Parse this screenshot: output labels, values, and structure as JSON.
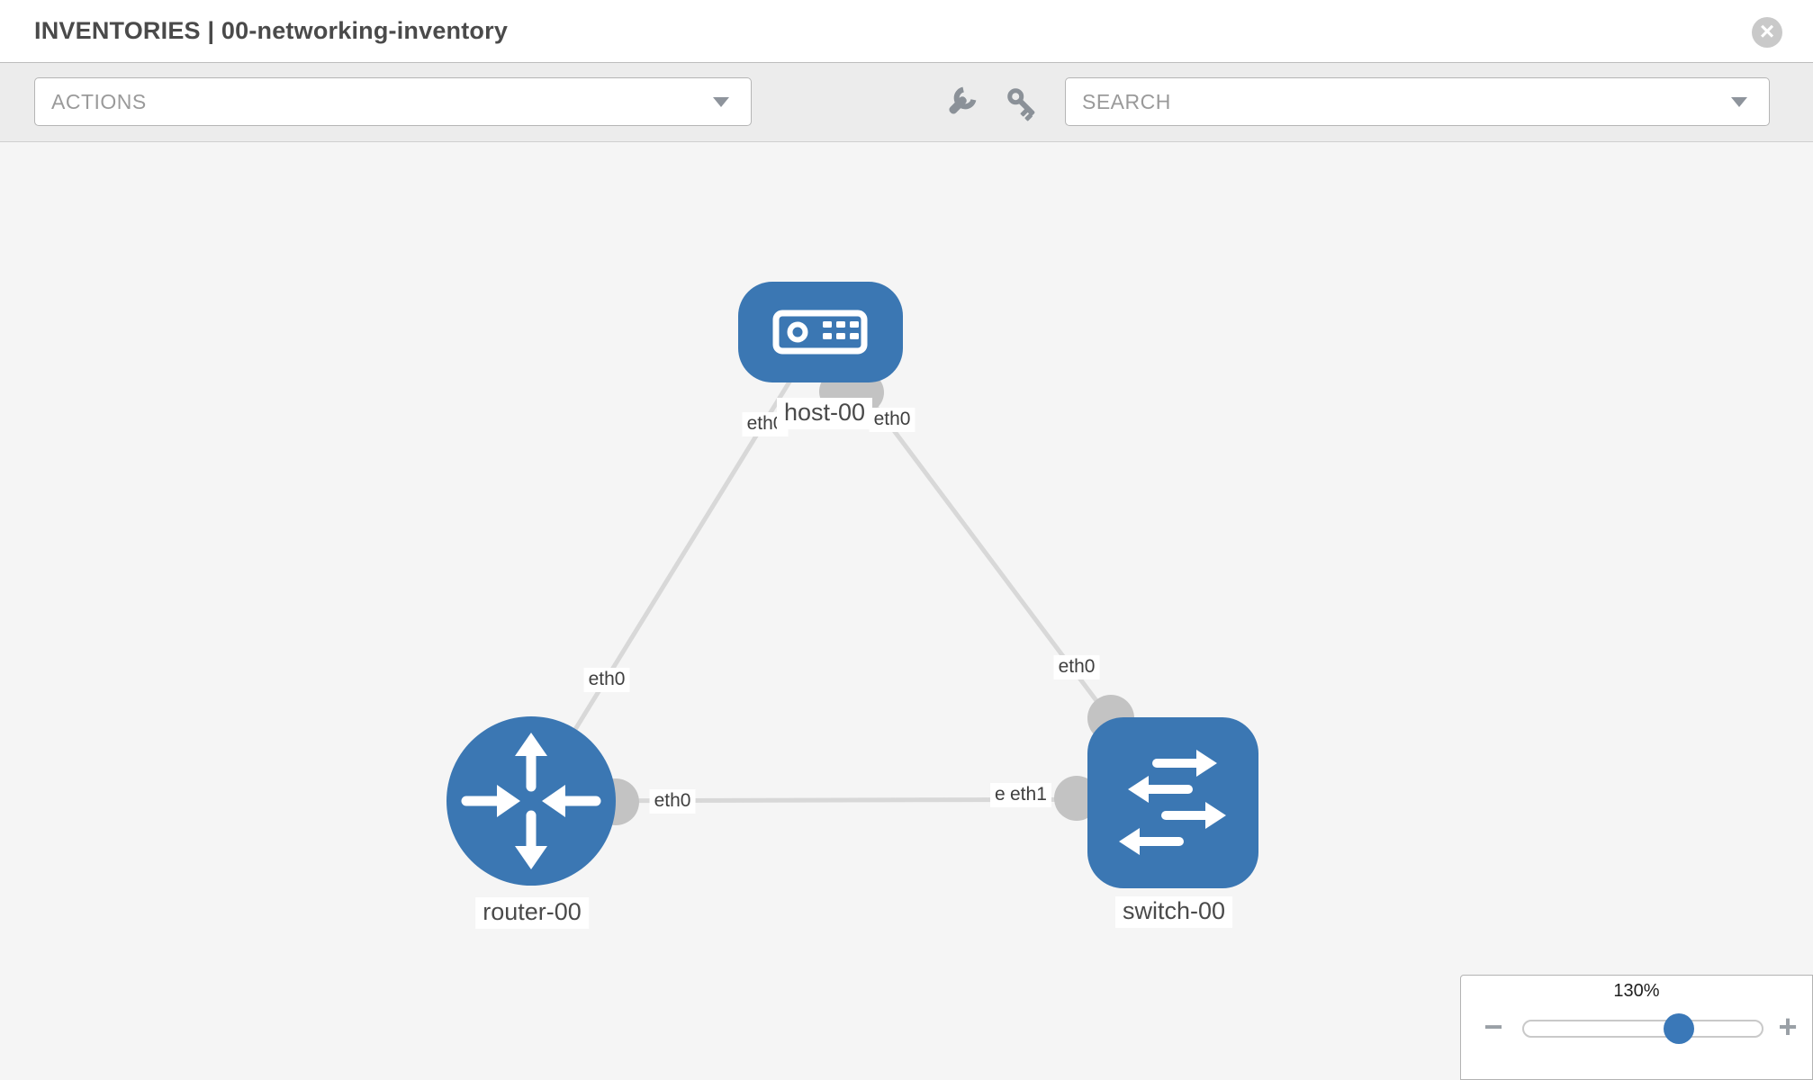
{
  "header": {
    "title": "INVENTORIES | 00-networking-inventory"
  },
  "toolbar": {
    "actions_label": "ACTIONS",
    "search_label": "SEARCH"
  },
  "icons": {
    "close": "×",
    "minus": "−",
    "plus": "+",
    "wrench": "wrench-shape",
    "key": "key-shape",
    "caret": "triangle-down"
  },
  "topology": {
    "nodes": [
      {
        "id": "host-00",
        "label": "host-00",
        "type": "host",
        "shape": "rounded-rect",
        "icon": "server-icon"
      },
      {
        "id": "router-00",
        "label": "router-00",
        "type": "router",
        "shape": "circle",
        "icon": "router-arrows-icon"
      },
      {
        "id": "switch-00",
        "label": "switch-00",
        "type": "switch",
        "shape": "rounded-square",
        "icon": "switch-arrows-icon"
      }
    ],
    "links": [
      {
        "from": "host-00",
        "to": "router-00",
        "from_interface": "eth0",
        "to_interface": "eth0"
      },
      {
        "from": "host-00",
        "to": "switch-00",
        "from_interface": "eth0",
        "to_interface": "eth0"
      },
      {
        "from": "router-00",
        "to": "switch-00",
        "from_interface": "eth0",
        "to_interface": "eth1"
      }
    ],
    "interface_labels": [
      {
        "text": "eth0",
        "near": "host-00 (left, link to router-00)"
      },
      {
        "text": "eth0",
        "near": "host-00 (right, link to switch-00)"
      },
      {
        "text": "eth0",
        "near": "router-00 (top, link to host-00)"
      },
      {
        "text": "eth0",
        "near": "switch-00 (top, link to host-00)"
      },
      {
        "text": "eth0",
        "near": "router-00 (right, link to switch-00)"
      },
      {
        "text": "eth0",
        "near": "switch-00 (left, partially covered)"
      },
      {
        "text": "eth1",
        "near": "switch-00 (left, link to router-00)"
      }
    ]
  },
  "zoom_control": {
    "level": "130%"
  },
  "colors": {
    "node_blue": "#3b77b3",
    "link_gray": "#d8d8d8",
    "port_gray": "#c3c3c3",
    "toolbar_bg": "#ececec",
    "canvas_bg": "#f5f5f5",
    "label_text": "#4a4a4a",
    "placeholder_text": "#9a9a9a",
    "icon_gray": "#8b9198",
    "slider_thumb": "#3a78b8"
  }
}
